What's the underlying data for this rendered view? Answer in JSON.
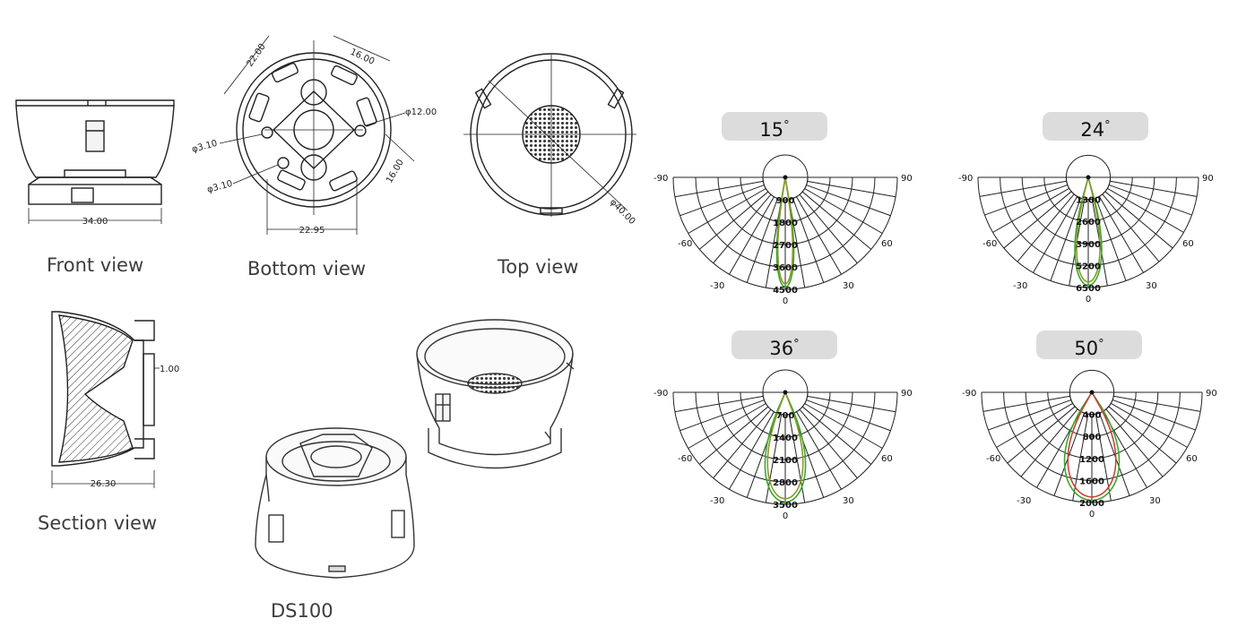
{
  "captions": {
    "front": "Front view",
    "bottom": "Bottom view",
    "top": "Top view",
    "section": "Section view",
    "model": "DS100"
  },
  "dimensions": {
    "front_width": "34.00",
    "bottom_top_left": "22.00",
    "bottom_top_right": "16.00",
    "bottom_right_dia": "φ12.00",
    "bottom_right_side": "16.00",
    "bottom_hole_upper": "φ3.10",
    "bottom_hole_lower": "φ3.10",
    "bottom_width": "22.95",
    "top_dia": "φ40.00",
    "section_offset": "1.00",
    "section_width": "26.30"
  },
  "polar_charts": [
    {
      "angle": "15",
      "degree_symbol": "°",
      "ticks": [
        "900",
        "1800",
        "2700",
        "3600",
        "4500"
      ],
      "ang_labels": [
        "-90",
        "90",
        "-60",
        "60",
        "-30",
        "30",
        "0"
      ],
      "beam_half_angle": 7.5,
      "beams": [
        "#3aa82b",
        "#8a9a2c"
      ]
    },
    {
      "angle": "24",
      "degree_symbol": "°",
      "ticks": [
        "1300",
        "2600",
        "3900",
        "5200",
        "6500"
      ],
      "ang_labels": [
        "-90",
        "90",
        "-60",
        "60",
        "-30",
        "30",
        "0"
      ],
      "beam_half_angle": 12,
      "beams": [
        "#3aa82b",
        "#8a9a2c"
      ]
    },
    {
      "angle": "36",
      "degree_symbol": "°",
      "ticks": [
        "700",
        "1400",
        "2100",
        "2800",
        "3500"
      ],
      "ang_labels": [
        "-90",
        "90",
        "-60",
        "60",
        "-30",
        "30",
        "0"
      ],
      "beam_half_angle": 18,
      "beams": [
        "#3aa82b",
        "#8a9a2c"
      ]
    },
    {
      "angle": "50",
      "degree_symbol": "°",
      "ticks": [
        "400",
        "800",
        "1200",
        "1600",
        "2000"
      ],
      "ang_labels": [
        "-90",
        "90",
        "-60",
        "60",
        "-30",
        "30",
        "0"
      ],
      "beam_half_angle": 25,
      "beams": [
        "#3aa82b",
        "#c8453a"
      ]
    }
  ]
}
